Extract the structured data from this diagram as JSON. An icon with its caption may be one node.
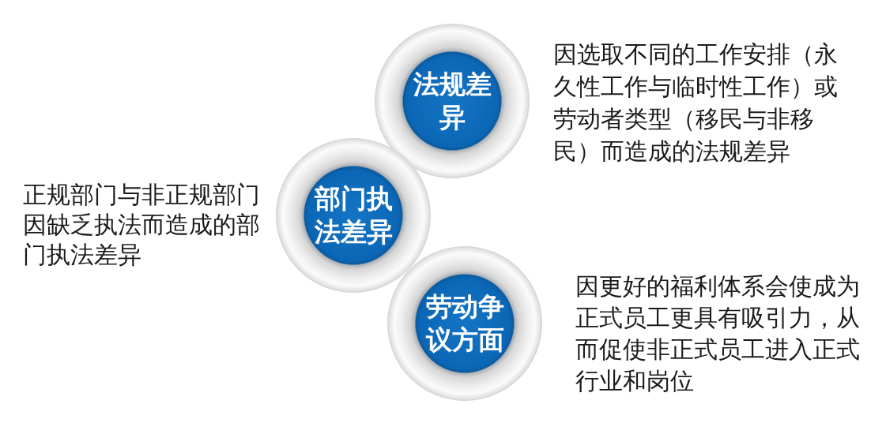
{
  "diagram": {
    "nodes": [
      {
        "text": [
          "法规差异"
        ],
        "beside": [
          "因选取不同的工作安排（永久性工作与临时性工作）或劳动者类型（移民与非移民）而造成的法规差异"
        ]
      },
      {
        "text": [
          "部门执法差异"
        ],
        "beside": [
          "正规部门与非正规部门因缺乏执法而造成的部门执法差异"
        ]
      },
      {
        "text": [
          "劳动争议方面"
        ],
        "beside": [
          "因更好的福利体系会使成为正式员工更具有吸引力，从而促使非正式员工进入正式行业和岗位"
        ]
      }
    ]
  }
}
